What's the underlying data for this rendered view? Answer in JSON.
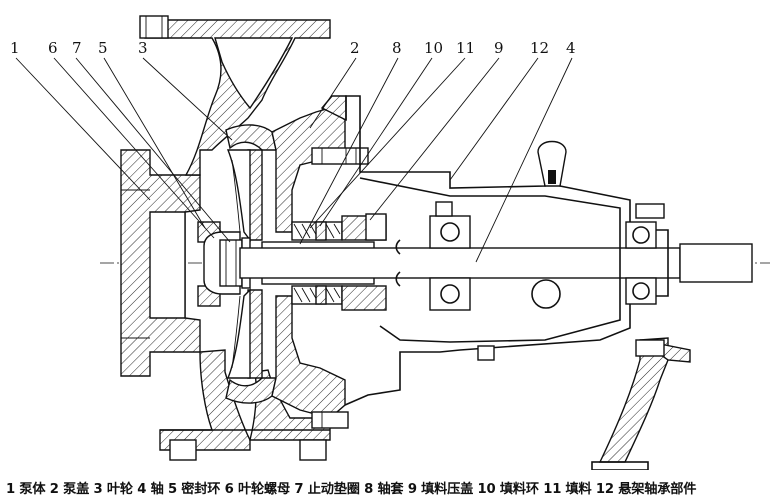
{
  "callouts": [
    {
      "number": "1"
    },
    {
      "number": "6"
    },
    {
      "number": "7"
    },
    {
      "number": "5"
    },
    {
      "number": "3"
    },
    {
      "number": "2"
    },
    {
      "number": "8"
    },
    {
      "number": "10"
    },
    {
      "number": "11"
    },
    {
      "number": "9"
    },
    {
      "number": "12"
    },
    {
      "number": "4"
    }
  ],
  "legend": "1 泵体 2 泵盖 3 叶轮 4 轴 5 密封环 6 叶轮螺母 7 止动垫圈 8 轴套 9 填料压盖 10 填料环 11 填料 12 悬架轴承部件",
  "colors": {
    "line": "#111111",
    "background": "#ffffff"
  }
}
